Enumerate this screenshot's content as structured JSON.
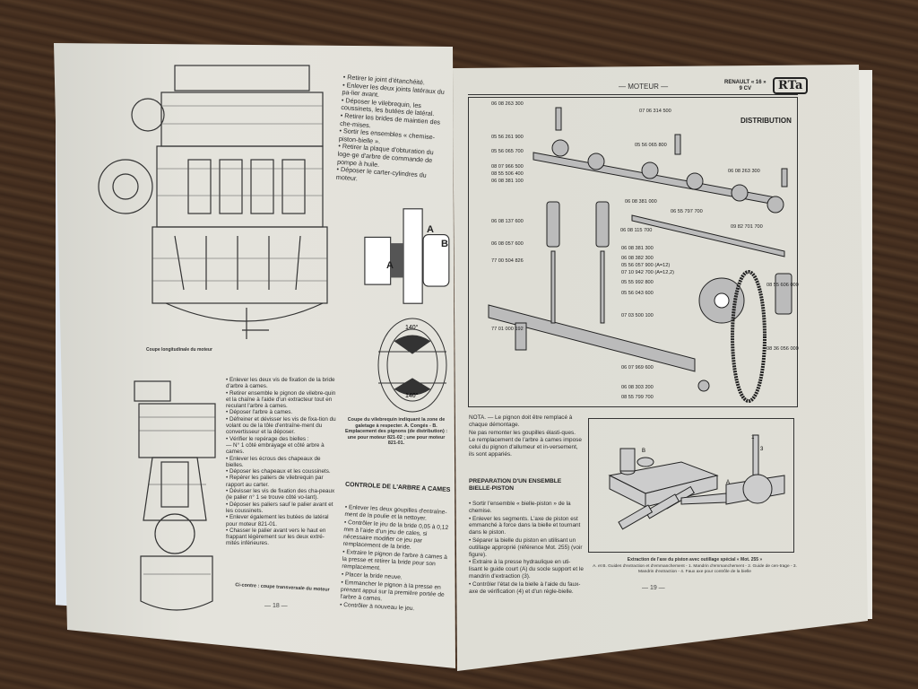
{
  "left_page": {
    "top_text": [
      "• Retirer le joint d'étanchéité.",
      "• Enlever les deux joints latéraux du pa-lier avant.",
      "• Déposer le vilebrequin, les coussinets, les butées de latéral.",
      "• Retirer les brides de maintien des che-mises.",
      "• Sortir les ensembles « chemise-piston-bielle ».",
      "• Retirer la plaque d'obturation du loge-ge d'arbre de commande de pompe à huile.",
      "• Déposer le carter-cylindres du moteur."
    ],
    "fig1_caption": "Coupe longitudinale du moteur",
    "crank_labels": {
      "a1": "A",
      "a2": "A",
      "b": "B",
      "angle1": "140°",
      "angle2": "140°"
    },
    "crank_caption": "Coupe du vilebrequin indiquant la zone de galetage à respecter. A. Congés - B. Emplacement des pignons (de distribution) : une pour moteur 821-02 ; une pour moteur 821-01.",
    "middle_text": [
      "• Enlever les deux vis de fixation de la bride d'arbre à cames.",
      "• Retirer ensemble le pignon de vilebre-quin et la chaîne à l'aide d'un extracteur tout en reculant l'arbre à cames.",
      "• Déposer l'arbre à cames.",
      "• Défreiner et dévisser les vis de fixa-tion du volant ou de la tôle d'entraîne-ment du convertisseur et la déposer.",
      "• Vérifier le repérage des bielles :",
      "— N° 1 côté embrayage et côté arbre à cames.",
      "• Enlever les écrous des chapeaux de bielles.",
      "• Déposer les chapeaux et les coussinets.",
      "• Repérer les paliers de vilebrequin par rapport au carter.",
      "• Dévisser les vis de fixation des cha-peaux (le palier n° 1 se trouve côté vo-lant).",
      "• Déposer les paliers sauf le palier avant et les coussinets.",
      "• Enlever également les butées de latéral pour moteur 821-01.",
      "• Chasser le palier avant vers le haut en frappant légèrement sur les deux extré-mités inférieures."
    ],
    "fig2_caption": "Ci-contre : coupe transversale du moteur",
    "section_heading": "CONTROLE DE L'ARBRE A CAMES",
    "section_text": [
      "• Enlever les deux goupilles d'entraîne-ment de la poulie et la nettoyer.",
      "• Contrôler le jeu de la bride 0,05 à 0,12 mm à l'aide d'un jeu de cales, si nécessaire modifier ce jeu par remplacement de la bride.",
      "• Extraire le pignon de l'arbre à cames à la presse et retirer la bride pour son remplacement.",
      "• Placer la bride neuve.",
      "• Emmancher le pignon à la presse en prenant appui sur la première portée de l'arbre à cames.",
      "• Contrôler à nouveau le jeu."
    ],
    "page_number": "— 18 —"
  },
  "right_page": {
    "header_section": "— MOTEUR —",
    "header_model": "RENAULT « 16 »",
    "header_cv": "9 CV",
    "logo": "RTa",
    "diagram_title": "DISTRIBUTION",
    "part_numbers": [
      "06 08 263 300",
      "07 06 314 500",
      "05 56 261 900",
      "05 56 065 700",
      "05 56 065 800",
      "08 07 966 500",
      "08 55 506 400",
      "06 08 381 100",
      "06 08 263 300",
      "06 08 381 000",
      "06 55 797 700",
      "06 08 115 700",
      "09 82 701 700",
      "06 08 137 600",
      "06 08 381 300",
      "06 08 057 600",
      "06 08 382 300",
      "77 00 504 826",
      "05 56 057 900 (A=12)",
      "07 10 942 700 (A=12,2)",
      "05 55 992 800",
      "08 55 606 000",
      "05 56 043 600",
      "07 03 500 100",
      "77 01 000 192",
      "08 36 056 000",
      "06 07 969 600",
      "06 08 303 200",
      "08 55 799 700"
    ],
    "nota_text": [
      "NOTA. — Le pignon doit être remplacé à chaque démontage.",
      "Ne pas remonter les goupilles élasti-ques.",
      "Le remplacement de l'arbre à cames impose celui du pignon d'allumeur et in-versement, ils sont appariés."
    ],
    "section_heading": "PREPARATION D'UN ENSEMBLE BIELLE-PISTON",
    "section_text": [
      "• Sortir l'ensemble « bielle-piston » de la chemise.",
      "• Enlever les segments. L'axe de piston est emmanché à force dans la bielle et tournant dans le piston.",
      "• Séparer la bielle du piston en utilisant un outillage approprié (référence Mot. 255) (voir figure).",
      "• Extraire à la presse hydraulique en uti-lisant le guide court (A) du socle support et le mandrin d'extraction (3).",
      "• Contrôler l'état de la bielle à l'aide du faux-axe de vérification (4) et d'un régle-bielle."
    ],
    "inset_labels": {
      "a": "A",
      "b": "B",
      "n1": "1",
      "n3": "3"
    },
    "inset_caption": "Extraction de l'axe du piston avec outillage spécial « Mot. 255 »",
    "inset_legend": "A. et B. Guides d'extraction et d'emmanchement - 1. Mandrin d'emmanchement - 2. Guide de cen-trage - 3. Mandrin d'extraction - 4. Faux axe pour contrôle de la bielle",
    "page_number": "— 19 —"
  }
}
